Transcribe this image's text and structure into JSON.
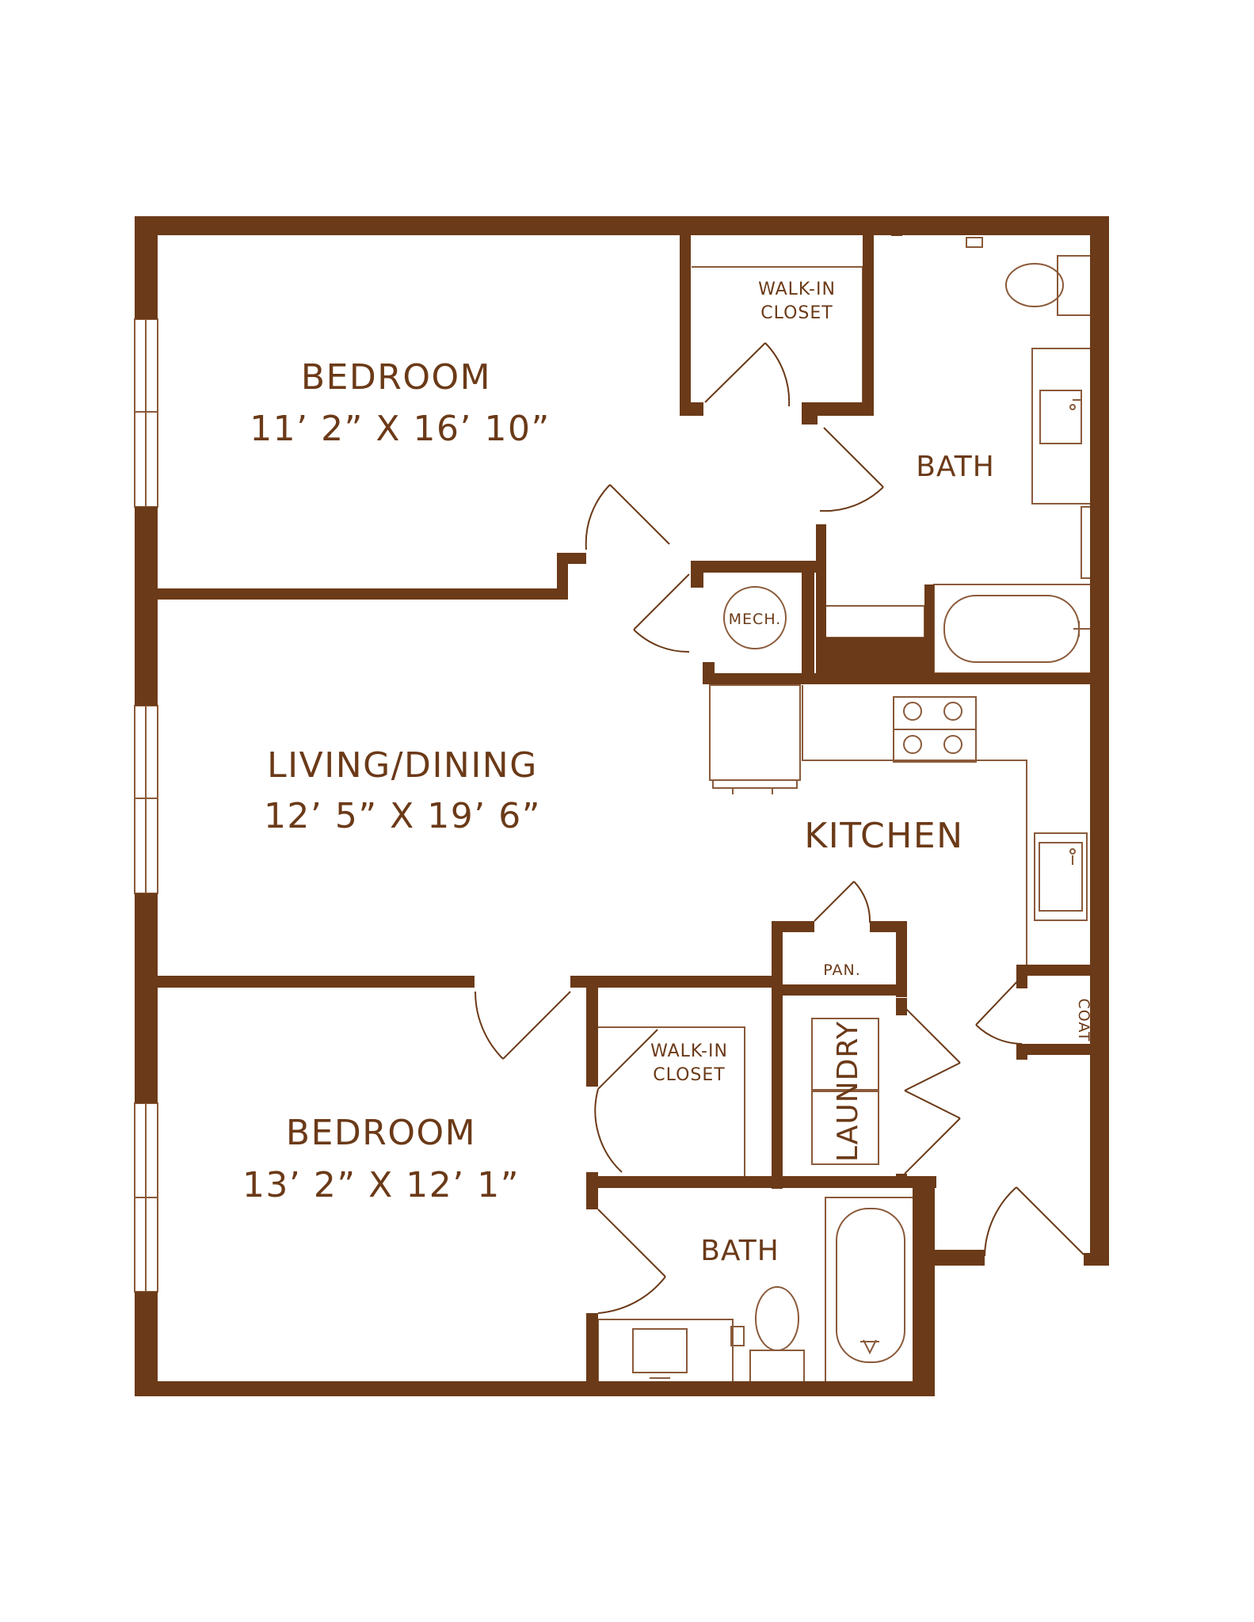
{
  "colors": {
    "wall": "#6b3a18",
    "fixture": "#8a5a3a",
    "background": "#ffffff"
  },
  "rooms": {
    "bedroom1": {
      "name": "BEDROOM",
      "dims": "11’ 2” X 16’ 10”"
    },
    "living": {
      "name": "LIVING/DINING",
      "dims": "12’ 5” X 19’ 6”"
    },
    "bedroom2": {
      "name": "BEDROOM",
      "dims": "13’ 2” X 12’ 1”"
    },
    "kitchen": {
      "name": "KITCHEN"
    },
    "bath1": {
      "name": "BATH"
    },
    "bath2": {
      "name": "BATH"
    },
    "closet1": {
      "line1": "WALK-IN",
      "line2": "CLOSET"
    },
    "closet2": {
      "line1": "WALK-IN",
      "line2": "CLOSET"
    },
    "mech": {
      "name": "MECH."
    },
    "pantry": {
      "name": "PAN."
    },
    "coat": {
      "name": "COAT"
    },
    "laundry": {
      "name": "LAUNDRY"
    }
  }
}
